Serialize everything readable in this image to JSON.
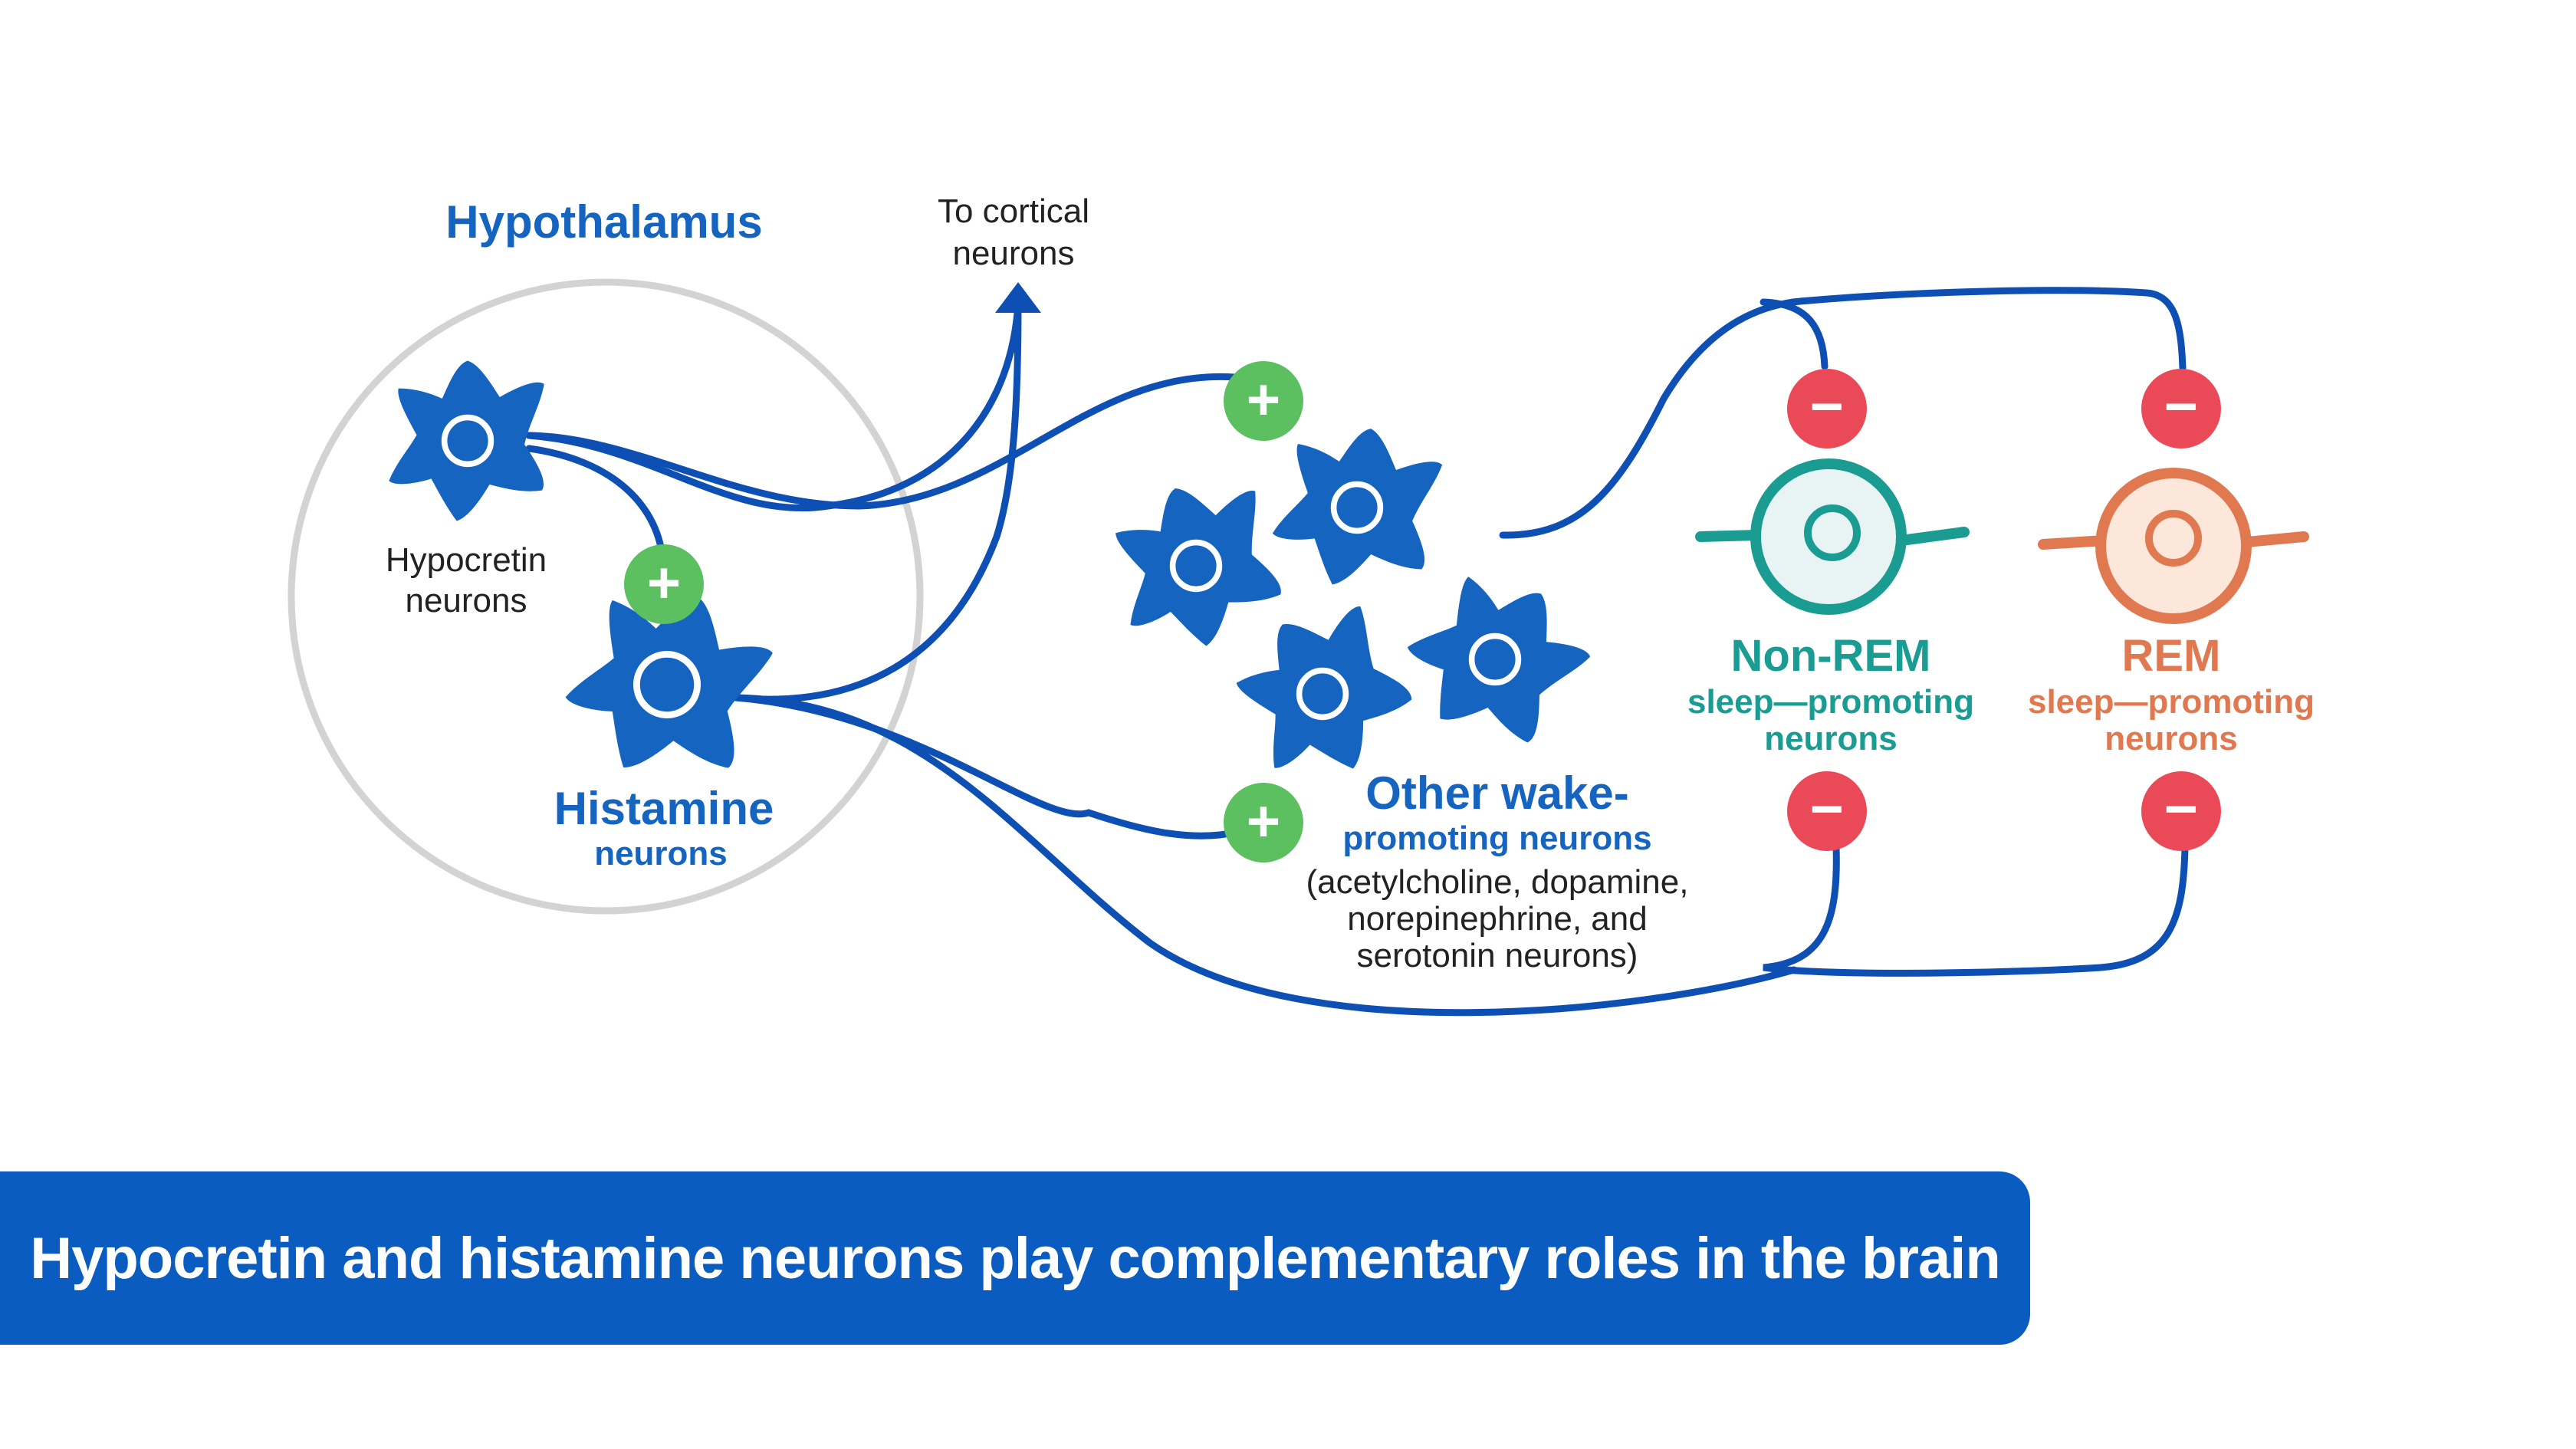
{
  "colors": {
    "neuron_blue": "#1565c0",
    "wire_blue": "#0d4fb3",
    "excite_green": "#5cbf60",
    "inhibit_red": "#ea4a57",
    "nrem_teal": "#1a9c93",
    "rem_orange": "#e07850",
    "caption_bg": "#0a5cc1",
    "region_circle": "#d3d3d3"
  },
  "labels": {
    "hypothalamus": "Hypothalamus",
    "cortical_line1": "To cortical",
    "cortical_line2": "neurons",
    "hypocretin_line1": "Hypocretin",
    "hypocretin_line2": "neurons",
    "histamine_line1": "Histamine",
    "histamine_line2": "neurons",
    "wake_line1": "Other wake-",
    "wake_line2": "promoting neurons",
    "wake_line3": "(acetylcholine, dopamine,",
    "wake_line4": "norepinephrine, and",
    "wake_line5": "serotonin neurons)",
    "nrem_line1": "Non-REM",
    "nrem_line2": "sleep—promoting",
    "nrem_line3": "neurons",
    "rem_line1": "REM",
    "rem_line2": "sleep—promoting",
    "rem_line3": "neurons"
  },
  "symbols": {
    "excitatory": "+",
    "inhibitory": "−"
  },
  "caption": "Hypocretin and histamine neurons play complementary roles in the brain"
}
